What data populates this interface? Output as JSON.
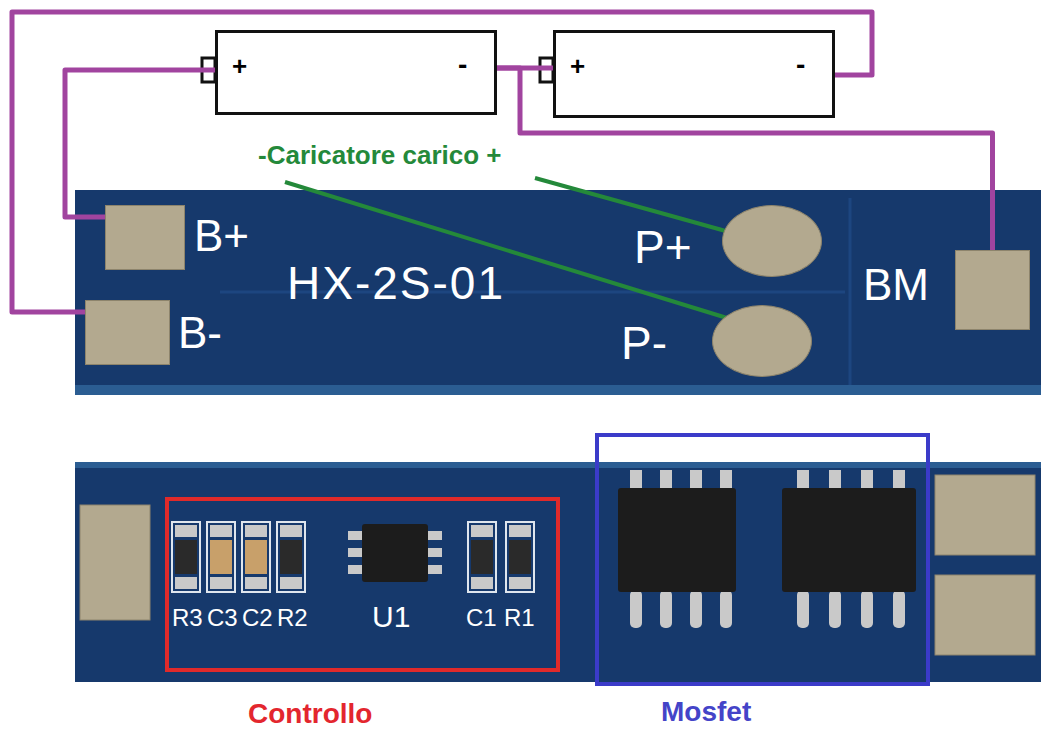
{
  "diagram": {
    "nodes": [
      {
        "text": [
          "+",
          "-"
        ]
      },
      {
        "text": [
          "+",
          "-"
        ]
      },
      {
        "text": [
          "HX-2S-01"
        ]
      },
      {
        "text": [
          "B+"
        ],
        "in": 2
      },
      {
        "text": [
          "B-"
        ],
        "in": 2
      },
      {
        "text": [
          "P+"
        ],
        "in": 2
      },
      {
        "text": [
          "P-"
        ],
        "in": 2
      },
      {
        "text": [
          "BM"
        ],
        "in": 2
      },
      {
        "text": [
          "Controllo"
        ]
      },
      {
        "text": [
          "Mosfet"
        ]
      }
    ],
    "edges": [
      {
        "from": 0,
        "to": 3,
        "arrow": "none"
      },
      {
        "from": 0,
        "to": 1,
        "arrow": "none"
      },
      {
        "from": 1,
        "to": 4,
        "arrow": "none"
      },
      {
        "from": 0,
        "to": 7,
        "arrow": "none"
      }
    ],
    "labels": [
      "-Caricatore carico +",
      "R3",
      "C3",
      "C2",
      "R2",
      "U1",
      "C1",
      "R1"
    ]
  }
}
